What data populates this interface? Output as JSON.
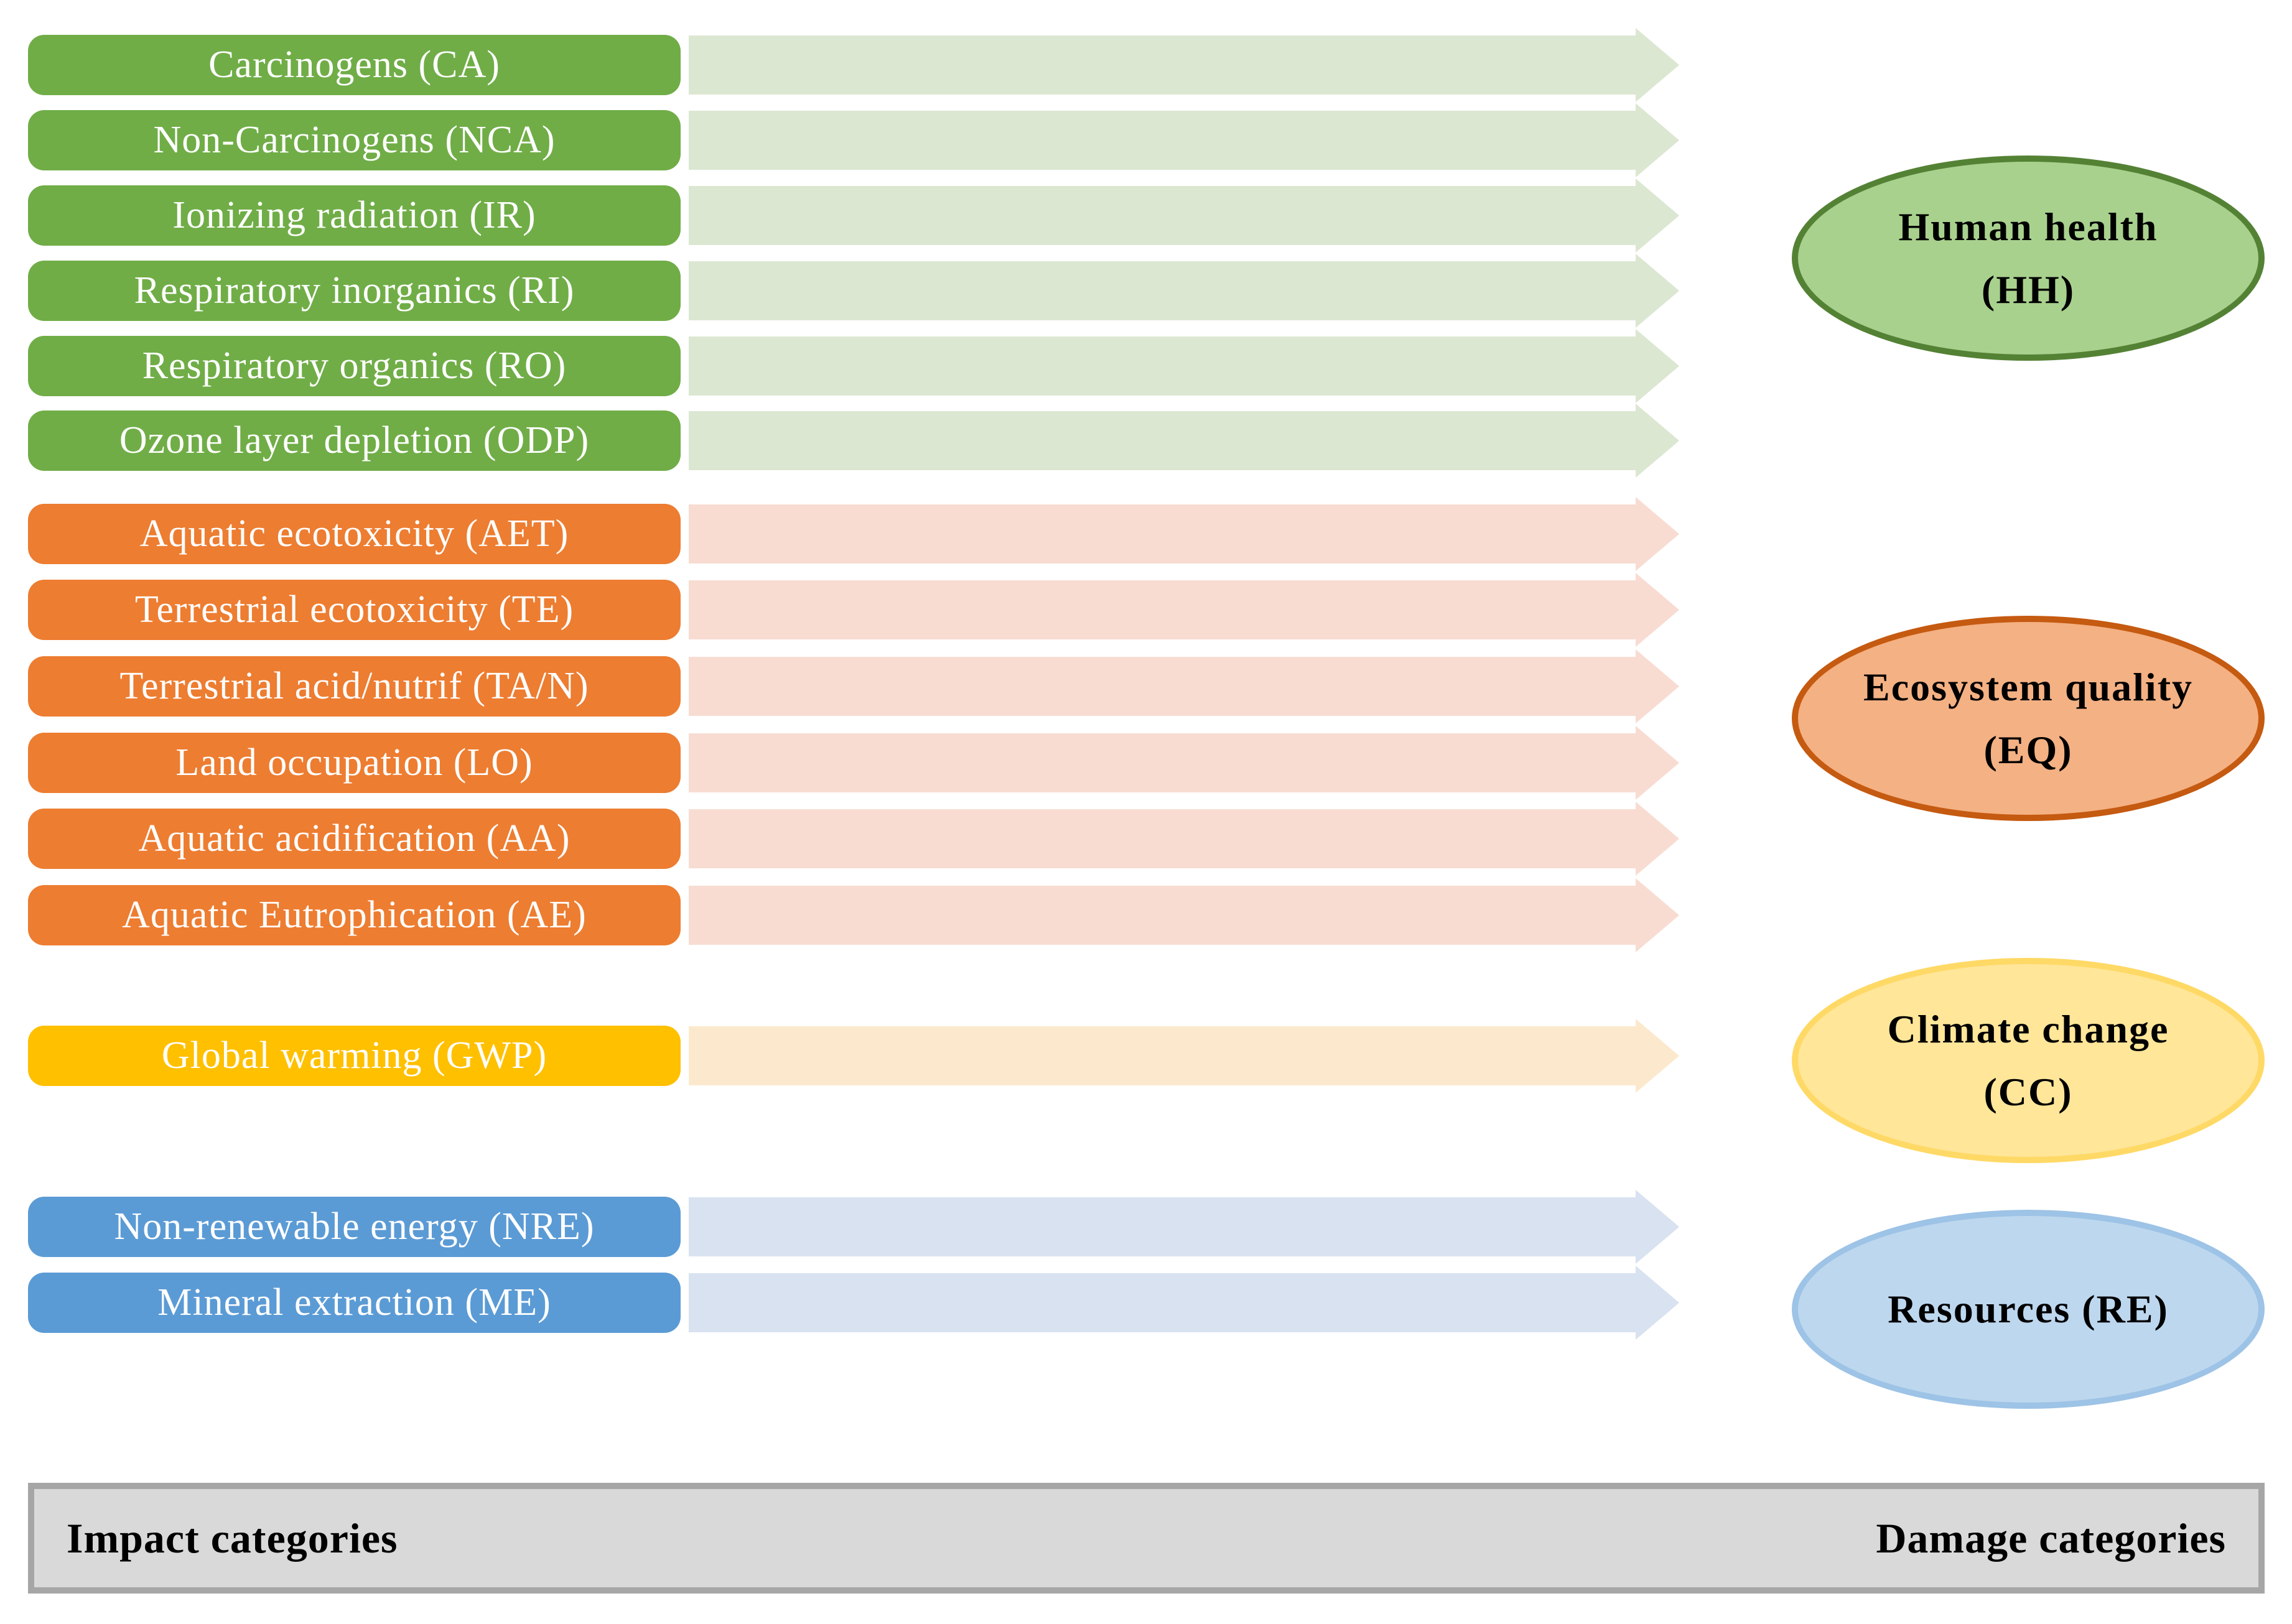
{
  "impact_groups": [
    {
      "name": "human-health-group",
      "box_color": "#70AD47",
      "arrow_color": "#DCE7D2",
      "items": [
        "Carcinogens (CA)",
        "Non-Carcinogens (NCA)",
        "Ionizing radiation (IR)",
        "Respiratory inorganics (RI)",
        "Respiratory organics (RO)",
        "Ozone layer depletion (ODP)"
      ]
    },
    {
      "name": "ecosystem-quality-group",
      "box_color": "#ED7D31",
      "arrow_color": "#F8DCD2",
      "items": [
        "Aquatic ecotoxicity (AET)",
        "Terrestrial ecotoxicity (TE)",
        "Terrestrial acid/nutrif (TA/N)",
        "Land occupation (LO)",
        "Aquatic acidification (AA)",
        "Aquatic Eutrophication (AE)"
      ]
    },
    {
      "name": "climate-change-group",
      "box_color": "#FFC000",
      "arrow_color": "#FCE9CD",
      "items": [
        "Global warming (GWP)"
      ]
    },
    {
      "name": "resources-group",
      "box_color": "#5B9BD5",
      "arrow_color": "#D9E2F0",
      "items": [
        "Non-renewable energy (NRE)",
        "Mineral extraction (ME)"
      ]
    }
  ],
  "damage_categories": [
    {
      "name": "human-health",
      "label_line1": "Human health",
      "label_line2": "(HH)",
      "fill": "#A9D18E",
      "border": "#548235"
    },
    {
      "name": "ecosystem-quality",
      "label_line1": "Ecosystem quality",
      "label_line2": "(EQ)",
      "fill": "#F4B183",
      "border": "#C55A11"
    },
    {
      "name": "climate-change",
      "label_line1": "Climate change",
      "label_line2": "(CC)",
      "fill": "#FFE699",
      "border": "#FFD966"
    },
    {
      "name": "resources",
      "label_line1": "Resources (RE)",
      "label_line2": "",
      "fill": "#BDD7EE",
      "border": "#9DC3E6"
    }
  ],
  "legend_bar": {
    "left_label": "Impact categories",
    "right_label": "Damage categories",
    "fill": "#D9D9D9",
    "border": "#A6A6A6"
  }
}
